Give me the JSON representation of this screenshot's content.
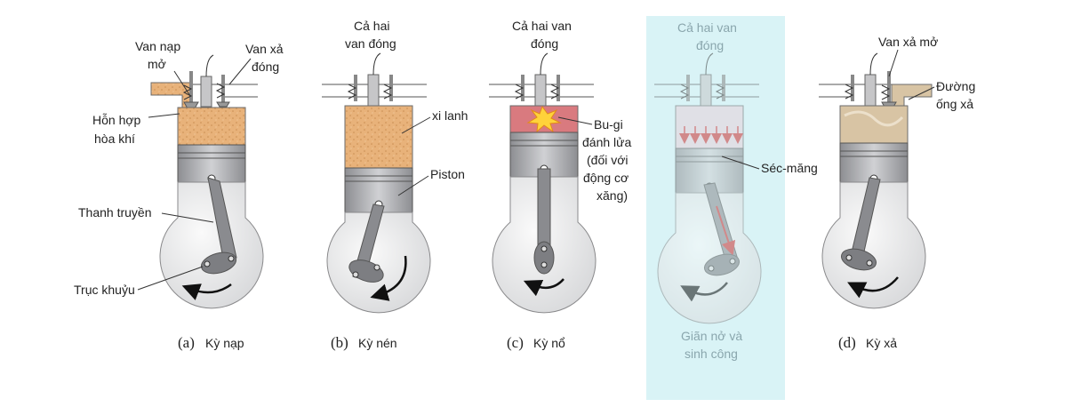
{
  "colors": {
    "background": "#ffffff",
    "highlight_panel": "#d9f3f6",
    "mixture": "#e8b27a",
    "combustion": "#d46a6a",
    "exhaust": "#d8c4a4",
    "metal": "#a9aaad",
    "metal_dark": "#7d7e82",
    "crankcase": "#eeeeef",
    "faded_text": "#8aa6ad",
    "arrow_red": "#cc3333"
  },
  "panels": [
    {
      "caption_letter": "(a)",
      "caption_text": "Kỳ nạp",
      "labels": {
        "intake_valve": [
          "Van nạp",
          "mở"
        ],
        "exhaust_valve": [
          "Van xả",
          "đóng"
        ],
        "mixture": [
          "Hỗn hợp",
          "hòa khí"
        ],
        "connecting_rod": "Thanh truyền",
        "crankshaft": "Trục khuỷu"
      }
    },
    {
      "caption_letter": "(b)",
      "caption_text": "Kỳ nén",
      "labels": {
        "valves": [
          "Cả hai",
          "van đóng"
        ],
        "cylinder": "xi lanh",
        "piston": "Piston"
      }
    },
    {
      "caption_letter": "(c)",
      "caption_text": "Kỳ nổ",
      "labels": {
        "valves": [
          "Cả hai van",
          "đóng"
        ],
        "spark_plug": [
          "Bu-gi",
          "đánh lửa",
          "(đối với",
          "động cơ",
          "xăng)"
        ]
      }
    },
    {
      "caption_letter": "",
      "caption_text": "",
      "labels": {
        "valves": [
          "Cả hai van",
          "đóng"
        ],
        "ring": "Séc-măng",
        "expansion": [
          "Giãn nở và",
          "sinh công"
        ]
      }
    },
    {
      "caption_letter": "(d)",
      "caption_text": "Kỳ xả",
      "labels": {
        "exhaust_valve": "Van xả mở",
        "exhaust_pipe": [
          "Đường",
          "ống xả"
        ]
      }
    }
  ],
  "icons": {
    "spark": "spark-burst-icon",
    "rotation": "rotation-arrow-icon",
    "force": "downward-force-arrows-icon"
  }
}
